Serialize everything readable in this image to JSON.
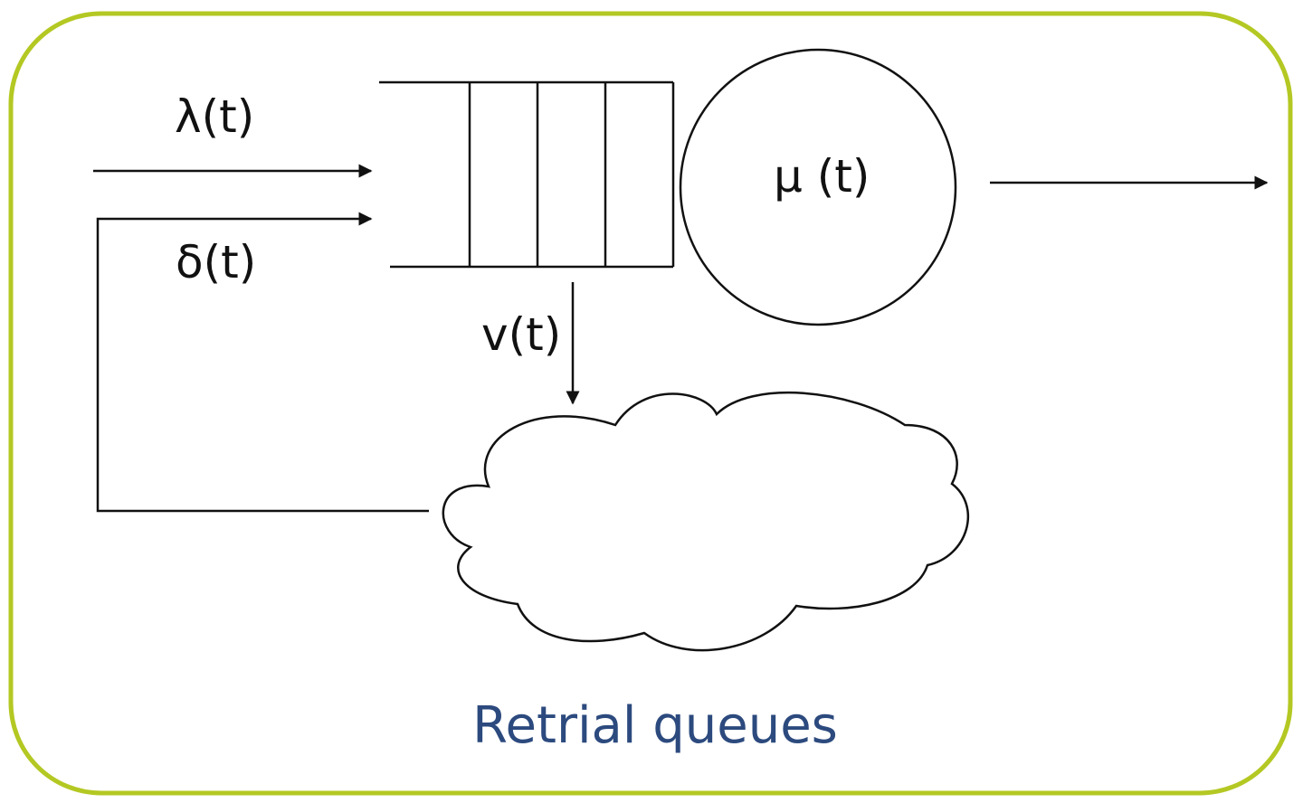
{
  "colors": {
    "frame": "#b4c823",
    "stroke": "#111111",
    "caption": "#2c4a7e"
  },
  "labels": {
    "arrival_rate": "λ(t)",
    "retrial_rate": "δ(t)",
    "service_rate": "μ (t)",
    "orbit_rate": "v(t)"
  },
  "caption": "Retrial queues"
}
